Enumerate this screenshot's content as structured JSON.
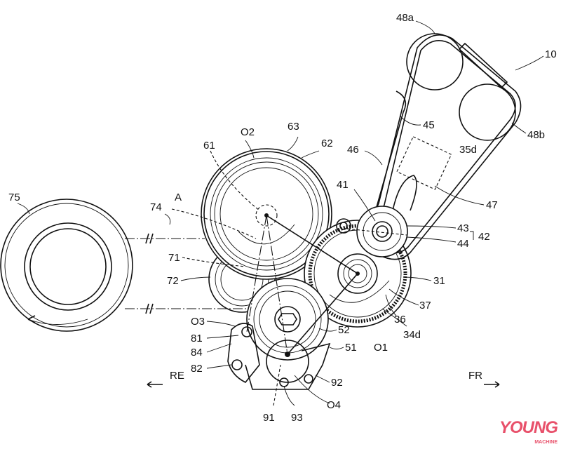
{
  "figure": {
    "labels": {
      "l10": "10",
      "l48a": "48a",
      "l48b": "48b",
      "l45": "45",
      "l35d": "35d",
      "l46": "46",
      "l47": "47",
      "l41": "41",
      "l43": "43",
      "l44": "44",
      "l42": "42",
      "l31": "31",
      "l37": "37",
      "l36": "36",
      "l34d": "34d",
      "lO1": "O1",
      "l52": "52",
      "l51": "51",
      "lO2": "O2",
      "l63": "63",
      "l62": "62",
      "l61": "61",
      "lA": "A",
      "l74": "74",
      "l75": "75",
      "l71": "71",
      "l72": "72",
      "lO3": "O3",
      "l81": "81",
      "l84": "84",
      "l82": "82",
      "l92": "92",
      "lO4": "O4",
      "l93": "93",
      "l91": "91"
    },
    "directions": {
      "rear": "RE",
      "front": "FR"
    }
  },
  "watermark": {
    "main": "YOUNG",
    "sub": "MACHINE",
    "color": "#e8506a"
  }
}
